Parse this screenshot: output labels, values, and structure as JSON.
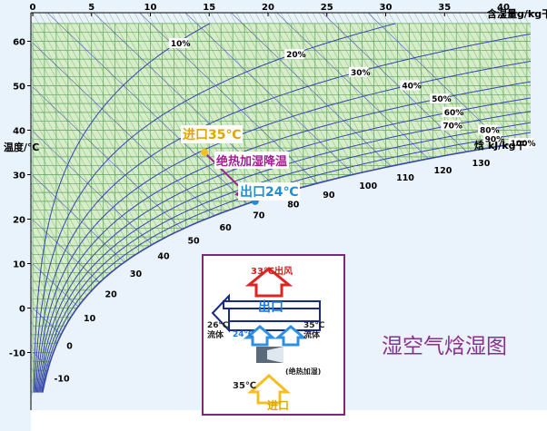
{
  "chart_data": {
    "type": "psychrometric",
    "title": "湿空气焓湿图",
    "xlabel": "含湿量g/kg干",
    "ylabel": "温度/℃",
    "enthalpy_label": "焓 kJ/kg干",
    "xlim": [
      0,
      43
    ],
    "ylim": [
      -19,
      64
    ],
    "x_ticks": [
      0,
      5,
      10,
      15,
      20,
      25,
      30,
      35,
      40
    ],
    "y_ticks": [
      -10,
      0,
      10,
      20,
      30,
      40,
      50,
      60
    ],
    "rh_lines": [
      {
        "label": "10%",
        "rh": 10
      },
      {
        "label": "20%",
        "rh": 20
      },
      {
        "label": "30%",
        "rh": 30
      },
      {
        "label": "40%",
        "rh": 40
      },
      {
        "label": "50%",
        "rh": 50
      },
      {
        "label": "60%",
        "rh": 60
      },
      {
        "label": "70%",
        "rh": 70
      },
      {
        "label": "80%",
        "rh": 80
      },
      {
        "label": "90%",
        "rh": 90
      },
      {
        "label": "100%",
        "rh": 100
      }
    ],
    "enthalpy_lines": [
      -10,
      0,
      10,
      20,
      30,
      40,
      50,
      60,
      70,
      80,
      90,
      100,
      110,
      120,
      130,
      140
    ],
    "enthalpy_tick_labels": [
      "-10",
      "0",
      "10",
      "20",
      "30",
      "40",
      "50",
      "60",
      "70",
      "80",
      "90",
      "100",
      "110",
      "120",
      "130"
    ],
    "process": {
      "start": {
        "label": "进口35℃",
        "t": 35,
        "d": 14.6
      },
      "end": {
        "label": "出口24℃",
        "t": 24,
        "d": 18.9
      },
      "annotation": "绝热加湿降温"
    }
  },
  "inset": {
    "out_air": "33℃出风",
    "outlet": "出口",
    "flow_left": "26℃\n流体",
    "temp_24": "24℃",
    "flow_right": "35℃\n流体",
    "adiabatic": "(绝热加湿)",
    "temp_35": "35℃",
    "inlet": "进口"
  },
  "colors": {
    "grid_green": "#5aa45a",
    "rh_blue": "#3846b4",
    "inlet_point": "#f3c21a",
    "outlet_point": "#1e8fd6",
    "process_arrow": "#a01f8f",
    "title_purple": "#8b2f8d",
    "red_arrow": "#e02424",
    "blue_arrow": "#2f8fe0",
    "yellow_arrow": "#f4c020"
  }
}
